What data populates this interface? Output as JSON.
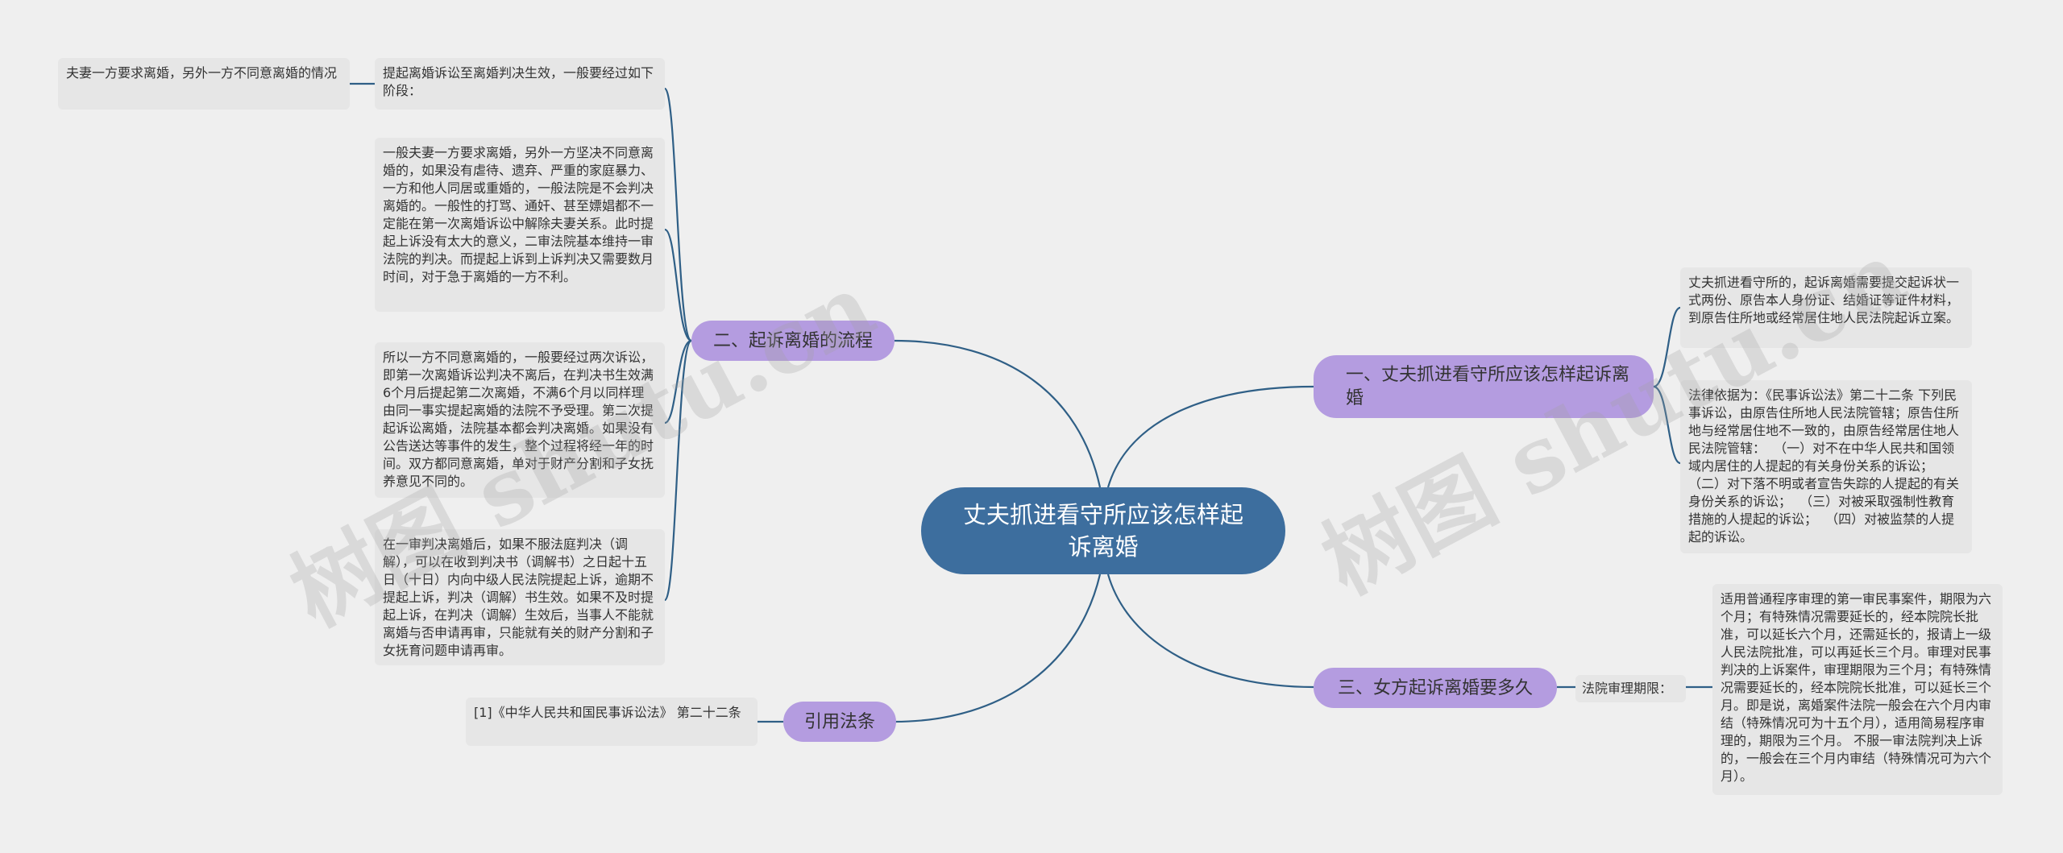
{
  "root": {
    "title": "丈夫抓进看守所应该怎样起诉离婚"
  },
  "branches": {
    "b1": {
      "label": "一、丈夫抓进看守所应该怎样起诉离婚",
      "leaves": [
        "丈夫抓进看守所的，起诉离婚需要提交起诉状一式两份、原告本人身份证、结婚证等证件材料，到原告住所地或经常居住地人民法院起诉立案。",
        "法律依据为：《民事诉讼法》第二十二条 下列民事诉讼，由原告住所地人民法院管辖；原告住所地与经常居住地不一致的，由原告经常居住地人民法院管辖：  （一）对不在中华人民共和国领域内居住的人提起的有关身份关系的诉讼；  （二）对下落不明或者宣告失踪的人提起的有关身份关系的诉讼；  （三）对被采取强制性教育措施的人提起的诉讼；  （四）对被监禁的人提起的诉讼。"
      ]
    },
    "b2": {
      "label": "二、起诉离婚的流程",
      "leaves": [
        "提起离婚诉讼至离婚判决生效，一般要经过如下阶段：",
        "一般夫妻一方要求离婚，另外一方坚决不同意离婚的，如果没有虐待、遗弃、严重的家庭暴力、一方和他人同居或重婚的，一般法院是不会判决离婚的。一般性的打骂、通奸、甚至嫖娼都不一定能在第一次离婚诉讼中解除夫妻关系。此时提起上诉没有太大的意义，二审法院基本维持一审法院的判决。而提起上诉到上诉判决又需要数月时间，对于急于离婚的一方不利。",
        "所以一方不同意离婚的，一般要经过两次诉讼，即第一次离婚诉讼判决不离后，在判决书生效满6个月后提起第二次离婚，不满6个月以同样理由同一事实提起离婚的法院不予受理。第二次提起诉讼离婚，法院基本都会判决离婚。如果没有公告送达等事件的发生，整个过程将经一年的时间。双方都同意离婚，单对于财产分割和子女抚养意见不同的。",
        "在一审判决离婚后，如果不服法庭判决（调解），可以在收到判决书（调解书）之日起十五日（十日）内向中级人民法院提起上诉，逾期不提起上诉，判决（调解）书生效。如果不及时提起上诉，在判决（调解）生效后，当事人不能就离婚与否申请再审，只能就有关的财产分割和子女抚育问题申请再审。"
      ],
      "sub_leaf": "夫妻一方要求离婚，另外一方不同意离婚的情况"
    },
    "b3": {
      "label": "三、女方起诉离婚要多久",
      "mid": "法院审理期限：",
      "leaf": "适用普通程序审理的第一审民事案件，期限为六个月；有特殊情况需要延长的，经本院院长批准，可以延长六个月，还需延长的，报请上一级人民法院批准，可以再延长三个月。审理对民事判决的上诉案件，审理期限为三个月；有特殊情况需要延长的，经本院院长批准，可以延长三个月。即是说，离婚案件法院一般会在六个月内审结（特殊情况可为十五个月），适用简易程序审理的，期限为三个月。 不服一审法院判决上诉的，一般会在三个月内审结（特殊情况可为六个月）。"
    },
    "b4": {
      "label": "引用法条",
      "leaf": "[1]《中华人民共和国民事诉讼法》 第二十二条"
    }
  },
  "watermarks": [
    "树图 shutu.cn",
    "树图 shutu.cn"
  ],
  "colors": {
    "background": "#efefef",
    "root": "#3d6e9e",
    "branch": "#b49ce0",
    "leaf": "#e6e6e6",
    "line": "#2f5f86"
  }
}
